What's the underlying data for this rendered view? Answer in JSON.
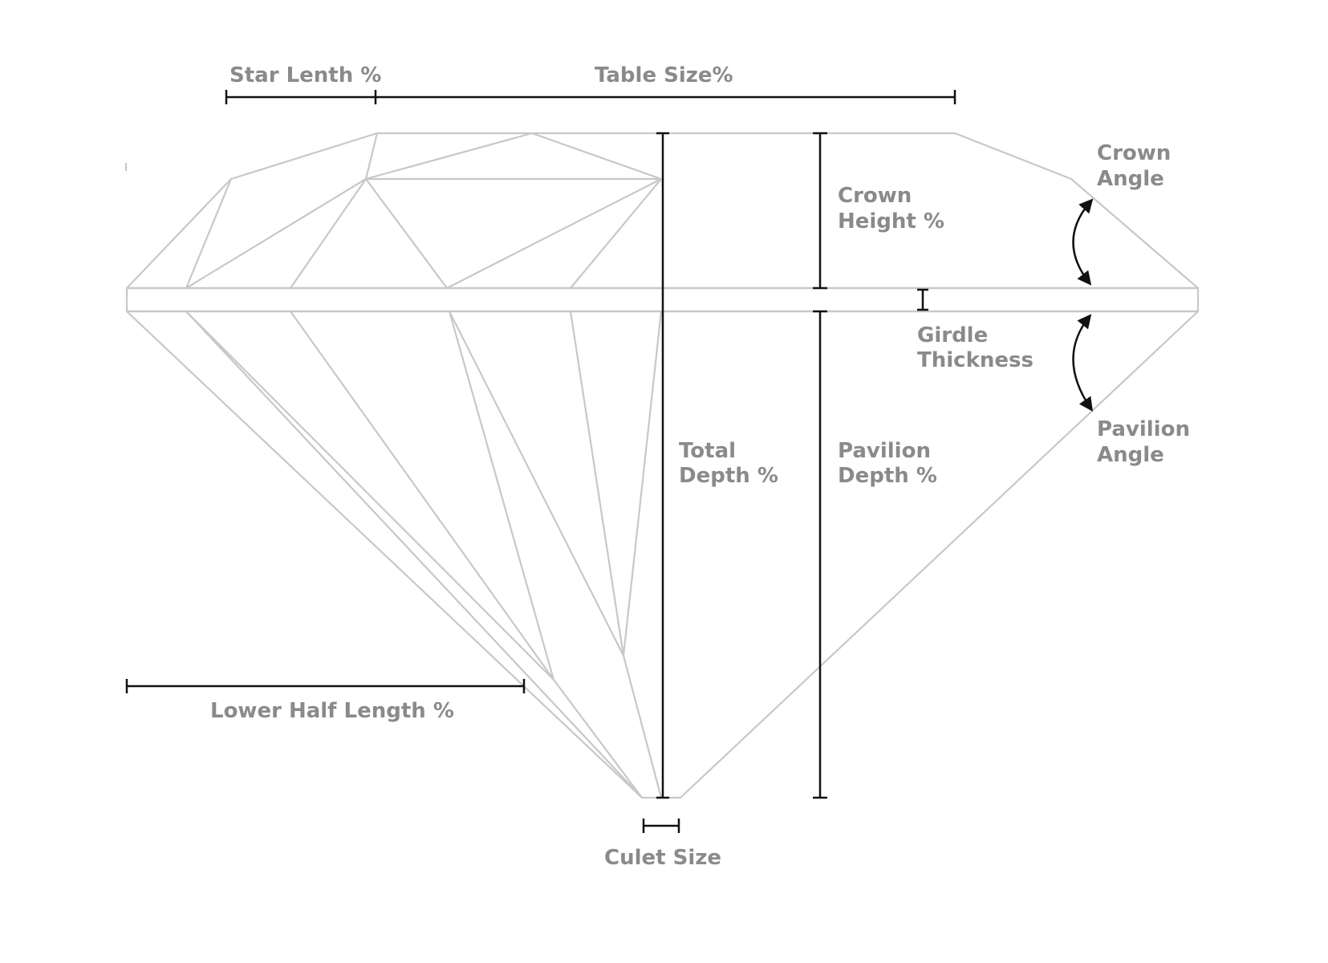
{
  "labels": {
    "star_length": "Star Lenth %",
    "table_size": "Table Size%",
    "crown_angle": [
      "Crown",
      "Angle"
    ],
    "crown_height": [
      "Crown",
      "Height %"
    ],
    "girdle_thickness": [
      "Girdle",
      "Thickness"
    ],
    "pavilion_angle": [
      "Pavilion",
      "Angle"
    ],
    "total_depth": [
      "Total",
      "Depth %"
    ],
    "pavilion_depth": [
      "Pavilion",
      "Depth %"
    ],
    "lower_half_length": "Lower Half Length %",
    "culet_size": "Culet Size"
  },
  "colors": {
    "outline": "#c8c8c8",
    "dimension": "#111111",
    "label": "#8a8a8a"
  }
}
